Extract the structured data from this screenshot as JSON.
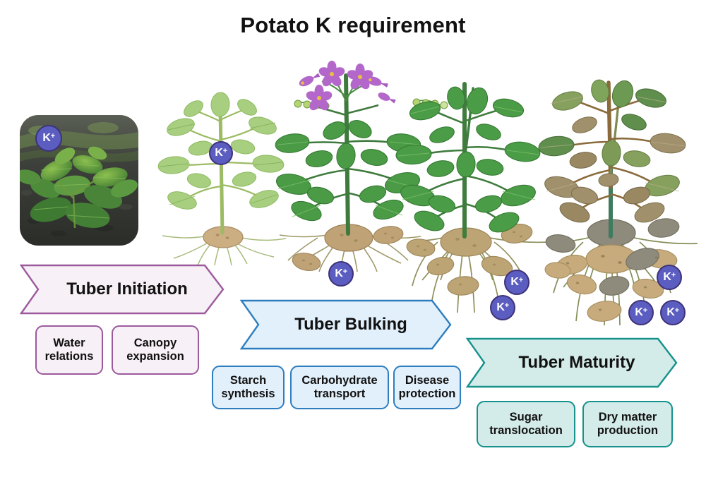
{
  "page": {
    "title": "Potato K requirement",
    "background": "#ffffff"
  },
  "colors": {
    "initiation_border": "#9c5a9c",
    "initiation_fill": "#f7f0f7",
    "bulking_border": "#2e7ebf",
    "bulking_fill": "#e2f0fb",
    "maturity_border": "#16918c",
    "maturity_fill": "#d4ece9",
    "k_badge_fill": "#5b5dc0",
    "k_badge_border": "#3d3278",
    "title_color": "#111111"
  },
  "ion_label": {
    "symbol": "K",
    "charge": "+",
    "full": "K+"
  },
  "photo": {
    "caption": "young potato plants growing in dark soil",
    "badge": "K+"
  },
  "plants": [
    {
      "id": "plant-seedling",
      "stage_ref": "Tuber Initiation",
      "description": "young potato plant with light green foliage, one small tuber",
      "foliage": "light-green",
      "tuber_count": 1,
      "flowers": 0,
      "berries": 0,
      "k_badges": 1
    },
    {
      "id": "plant-flowering",
      "stage_ref": "Tuber Bulking",
      "description": "flowering potato plant with purple blossoms and green berries, three tubers",
      "foliage": "dark-green",
      "tuber_count": 4,
      "flowers": 5,
      "berries": 4,
      "k_badges": 1
    },
    {
      "id": "plant-bulking",
      "stage_ref": "Tuber Bulking",
      "description": "mature green potato plant with berries and many developing tubers",
      "foliage": "green",
      "tuber_count": 8,
      "flowers": 0,
      "berries": 4,
      "k_badges": 2
    },
    {
      "id": "plant-senescing",
      "stage_ref": "Tuber Maturity",
      "description": "senescing potato plant with browning foliage and a heavy tuber set",
      "foliage": "brown-green",
      "tuber_count": 14,
      "flowers": 0,
      "berries": 0,
      "k_badges": 3
    }
  ],
  "stages": [
    {
      "id": "tuber-initiation",
      "label": "Tuber Initiation",
      "theme": "initiation",
      "features": [
        {
          "label": "Water\nrelations",
          "line1": "Water",
          "line2": "relations"
        },
        {
          "label": "Canopy\nexpansion",
          "line1": "Canopy",
          "line2": "expansion"
        }
      ]
    },
    {
      "id": "tuber-bulking",
      "label": "Tuber Bulking",
      "theme": "bulking",
      "features": [
        {
          "label": "Starch\nsynthesis",
          "line1": "Starch",
          "line2": "synthesis"
        },
        {
          "label": "Carbohydrate\ntransport",
          "line1": "Carbohydrate",
          "line2": "transport"
        },
        {
          "label": "Disease\nprotection",
          "line1": "Disease",
          "line2": "protection"
        }
      ]
    },
    {
      "id": "tuber-maturity",
      "label": "Tuber Maturity",
      "theme": "maturity",
      "features": [
        {
          "label": "Sugar\ntranslocation",
          "line1": "Sugar",
          "line2": "translocation"
        },
        {
          "label": "Dry matter\nproduction",
          "line1": "Dry matter",
          "line2": "production"
        }
      ]
    }
  ]
}
